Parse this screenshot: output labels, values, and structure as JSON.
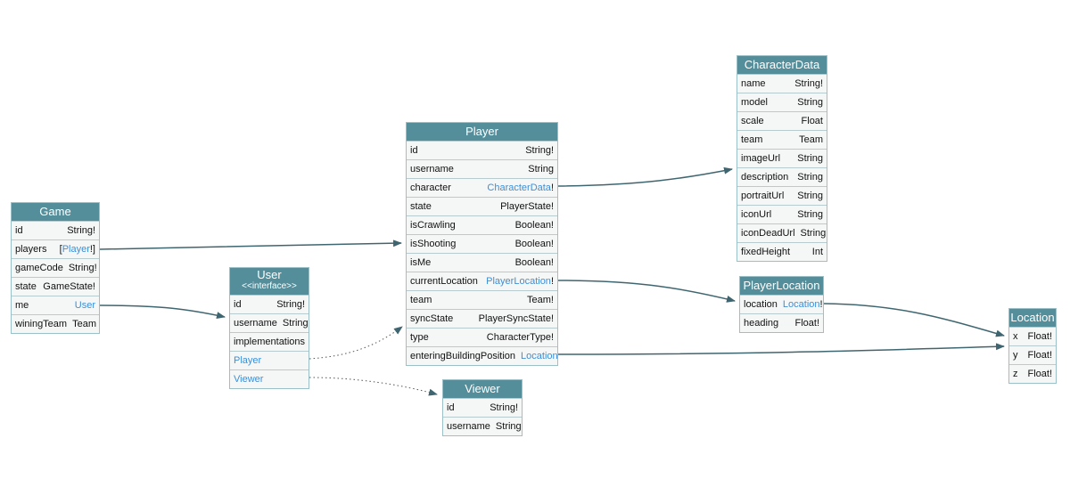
{
  "colors": {
    "header": "#548e9b",
    "link": "#3d8fd6",
    "edge": "#3f6670",
    "row": "#f5f6f6"
  },
  "types": {
    "game": {
      "name": "Game",
      "fields": [
        {
          "name": "id",
          "type": "String!"
        },
        {
          "name": "players",
          "pre": "[",
          "link": "Player",
          "post": "!]"
        },
        {
          "name": "gameCode",
          "type": "String!"
        },
        {
          "name": "state",
          "type": "GameState!"
        },
        {
          "name": "me",
          "link": "User"
        },
        {
          "name": "winingTeam",
          "type": "Team"
        }
      ]
    },
    "user": {
      "name": "User",
      "subtitle": "<<interface>>",
      "fields": [
        {
          "name": "id",
          "type": "String!"
        },
        {
          "name": "username",
          "type": "String"
        }
      ],
      "implementations_label": "implementations",
      "implementations": [
        "Player",
        "Viewer"
      ]
    },
    "player": {
      "name": "Player",
      "fields": [
        {
          "name": "id",
          "type": "String!"
        },
        {
          "name": "username",
          "type": "String"
        },
        {
          "name": "character",
          "link": "CharacterData",
          "post": "!"
        },
        {
          "name": "state",
          "type": "PlayerState!"
        },
        {
          "name": "isCrawling",
          "type": "Boolean!"
        },
        {
          "name": "isShooting",
          "type": "Boolean!"
        },
        {
          "name": "isMe",
          "type": "Boolean!"
        },
        {
          "name": "currentLocation",
          "link": "PlayerLocation",
          "post": "!"
        },
        {
          "name": "team",
          "type": "Team!"
        },
        {
          "name": "syncState",
          "type": "PlayerSyncState!"
        },
        {
          "name": "type",
          "type": "CharacterType!"
        },
        {
          "name": "enteringBuildingPosition",
          "link": "Location"
        }
      ]
    },
    "viewer": {
      "name": "Viewer",
      "fields": [
        {
          "name": "id",
          "type": "String!"
        },
        {
          "name": "username",
          "type": "String"
        }
      ]
    },
    "characterdata": {
      "name": "CharacterData",
      "fields": [
        {
          "name": "name",
          "type": "String!"
        },
        {
          "name": "model",
          "type": "String"
        },
        {
          "name": "scale",
          "type": "Float"
        },
        {
          "name": "team",
          "type": "Team"
        },
        {
          "name": "imageUrl",
          "type": "String"
        },
        {
          "name": "description",
          "type": "String"
        },
        {
          "name": "portraitUrl",
          "type": "String"
        },
        {
          "name": "iconUrl",
          "type": "String"
        },
        {
          "name": "iconDeadUrl",
          "type": "String"
        },
        {
          "name": "fixedHeight",
          "type": "Int"
        }
      ]
    },
    "playerlocation": {
      "name": "PlayerLocation",
      "fields": [
        {
          "name": "location",
          "link": "Location",
          "post": "!"
        },
        {
          "name": "heading",
          "type": "Float!"
        }
      ]
    },
    "location": {
      "name": "Location",
      "fields": [
        {
          "name": "x",
          "type": "Float!"
        },
        {
          "name": "y",
          "type": "Float!"
        },
        {
          "name": "z",
          "type": "Float!"
        }
      ]
    }
  },
  "edges": [
    {
      "from": "Game.players",
      "to": "Player"
    },
    {
      "from": "Game.me",
      "to": "User"
    },
    {
      "from": "User.Player",
      "to": "Player",
      "style": "dotted"
    },
    {
      "from": "User.Viewer",
      "to": "Viewer",
      "style": "dotted"
    },
    {
      "from": "Player.character",
      "to": "CharacterData"
    },
    {
      "from": "Player.currentLocation",
      "to": "PlayerLocation"
    },
    {
      "from": "Player.enteringBuildingPosition",
      "to": "Location"
    },
    {
      "from": "PlayerLocation.location",
      "to": "Location"
    }
  ]
}
